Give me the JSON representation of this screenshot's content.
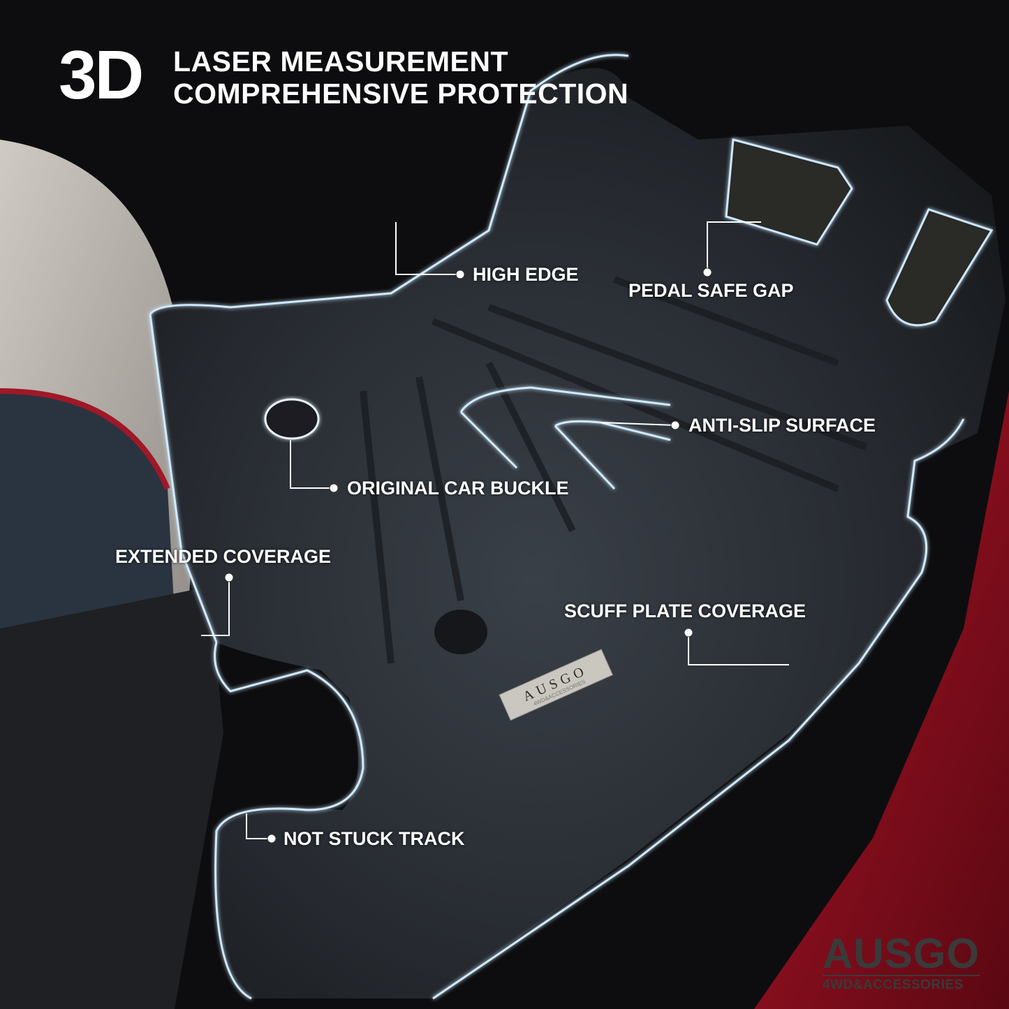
{
  "header": {
    "big": "3D",
    "line1": "LASER MEASUREMENT",
    "line2": "COMPREHENSIVE PROTECTION"
  },
  "callouts": [
    {
      "id": "high-edge",
      "label": "HIGH EDGE"
    },
    {
      "id": "pedal-safe-gap",
      "label": "PEDAL SAFE GAP"
    },
    {
      "id": "anti-slip-surface",
      "label": "ANTI-SLIP SURFACE"
    },
    {
      "id": "original-car-buckle",
      "label": "ORIGINAL CAR BUCKLE"
    },
    {
      "id": "extended-coverage",
      "label": "EXTENDED COVERAGE"
    },
    {
      "id": "scuff-plate-coverage",
      "label": "SCUFF PLATE COVERAGE"
    },
    {
      "id": "not-stuck-track",
      "label": "NOT STUCK TRACK"
    }
  ],
  "badge": {
    "brand": "AUSGO",
    "sub": "4WD&ACCESSORIES"
  },
  "watermark": {
    "brand": "AUSGO",
    "sub": "4WD&ACCESSORIES"
  },
  "colors": {
    "glow": "#bfe3ff",
    "mat": "#2b3036",
    "car_red": "#8a1020",
    "seat": "#bdb8b2"
  }
}
